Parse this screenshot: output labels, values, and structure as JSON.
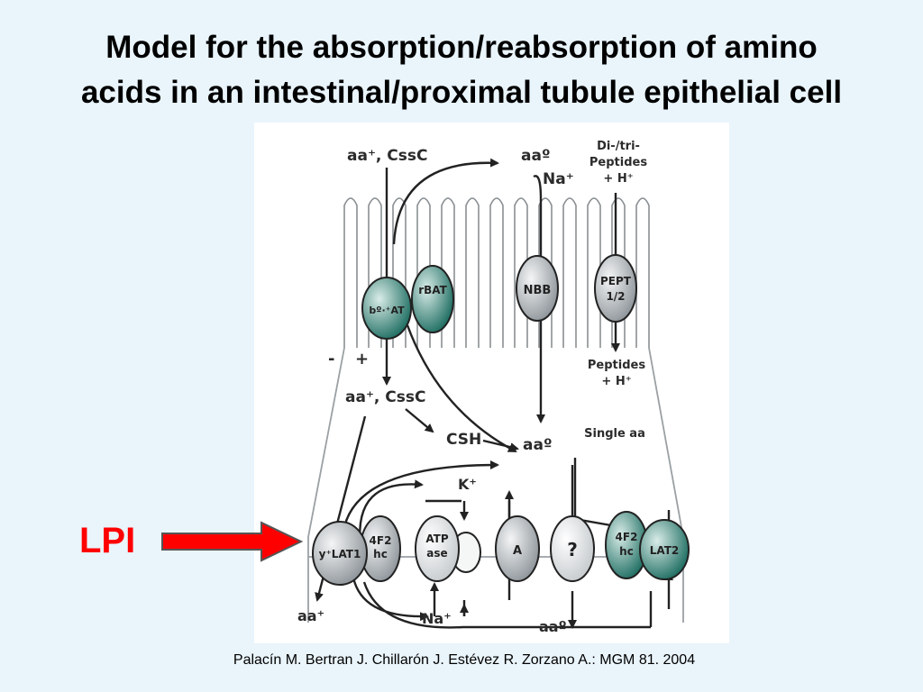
{
  "title": {
    "line1": "Model for the absorption/reabsorption of amino",
    "line2": "acids in an intestinal/proximal tubule epithelial cell"
  },
  "diagram": {
    "apical": {
      "top_left": "aa⁺, CssC",
      "top_mid": "aaº",
      "na": "Na⁺",
      "di": "Di-/tri-",
      "peptides": "Peptides",
      "h": "+ H⁺"
    },
    "transporters": {
      "b0at": "bº·⁺AT",
      "rbat": "rBAT",
      "nbb": "NBB",
      "pept_1": "PEPT",
      "pept_2": "1/2",
      "y_lat1": "y⁺LAT1",
      "f2hc_1": "4F2",
      "f2hc_2": "hc",
      "atp_1": "ATP",
      "atp_2": "ase",
      "a": "A",
      "q": "?",
      "lat2": "LAT2"
    },
    "cytosol": {
      "minus": "-",
      "plus": "+",
      "aa_cssc": "aa⁺, CssC",
      "csh": "CSH",
      "aa0": "aaº",
      "peptides": "Peptides",
      "h": "+ H⁺",
      "single": "Single aa",
      "k": "K⁺"
    },
    "basolateral": {
      "aa_plus": "aa⁺",
      "na": "Na⁺",
      "aa0": "aaº"
    }
  },
  "lpi_label": "LPI",
  "citation": "Palacín M. Bertran J. Chillarón J. Estévez R. Zorzano A.: MGM 81. 2004",
  "colors": {
    "lpi": "#ff0000",
    "green_transporter": "#1f6e62",
    "grey_transporter": "#9aa1a6"
  }
}
